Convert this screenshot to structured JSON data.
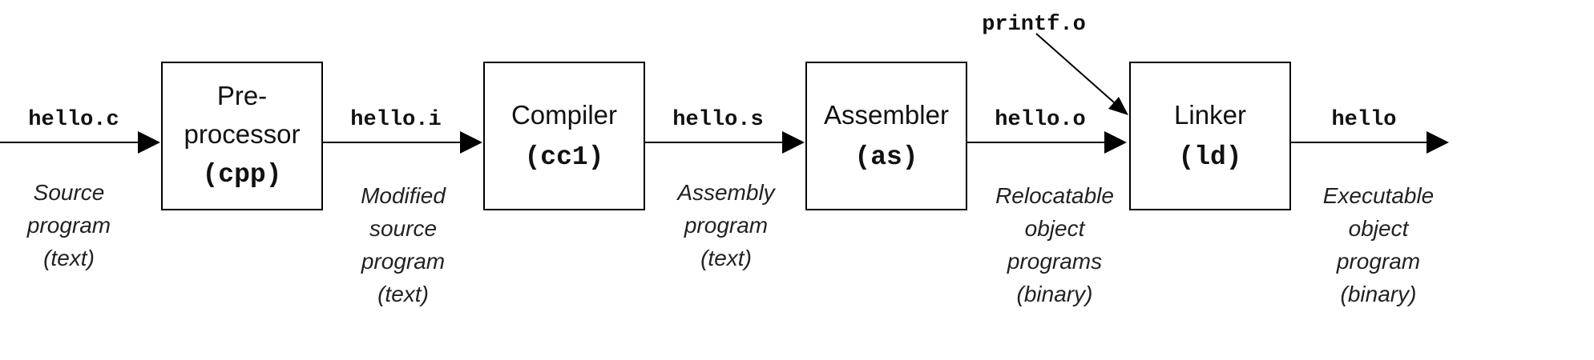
{
  "stages": [
    {
      "id": "cpp",
      "name_lines": [
        "Pre-",
        "processor"
      ],
      "tool": "(cpp)"
    },
    {
      "id": "cc1",
      "name_lines": [
        "Compiler"
      ],
      "tool": "(cc1)"
    },
    {
      "id": "as",
      "name_lines": [
        "Assembler"
      ],
      "tool": "(as)"
    },
    {
      "id": "ld",
      "name_lines": [
        "Linker"
      ],
      "tool": "(ld)"
    }
  ],
  "files": [
    {
      "id": "hello-c",
      "name": "hello.c",
      "desc_lines": [
        "Source",
        "program",
        "(text)"
      ]
    },
    {
      "id": "hello-i",
      "name": "hello.i",
      "desc_lines": [
        "Modified",
        "source",
        "program",
        "(text)"
      ]
    },
    {
      "id": "hello-s",
      "name": "hello.s",
      "desc_lines": [
        "Assembly",
        "program",
        "(text)"
      ]
    },
    {
      "id": "hello-o",
      "name": "hello.o",
      "desc_lines": [
        "Relocatable",
        "object",
        "programs",
        "(binary)"
      ]
    },
    {
      "id": "hello",
      "name": "hello",
      "desc_lines": [
        "Executable",
        "object",
        "program",
        "(binary)"
      ]
    }
  ],
  "extra_input": {
    "id": "printf-o",
    "name": "printf.o"
  }
}
